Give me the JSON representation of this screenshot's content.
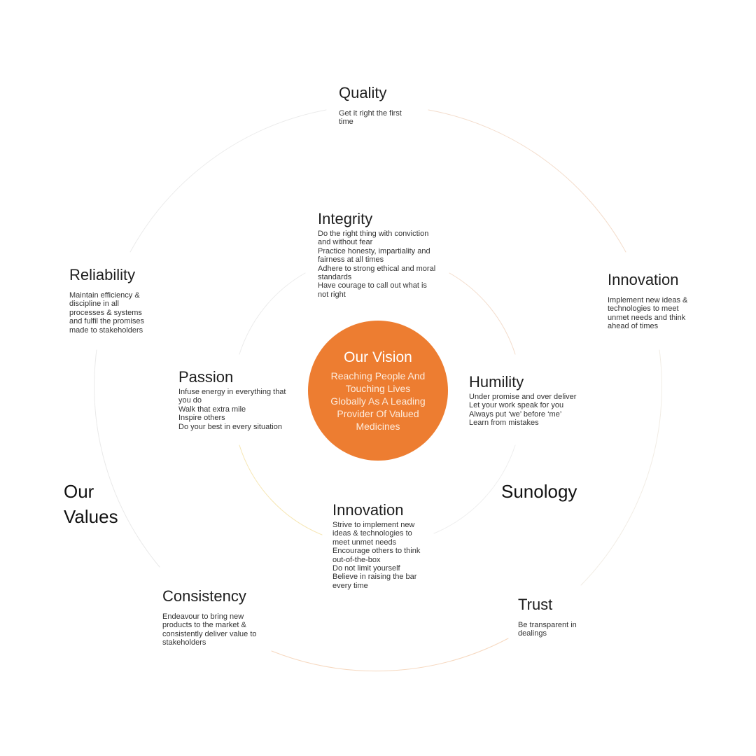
{
  "vision": {
    "title": "Our Vision",
    "body": "Reaching People And Touching Lives Globally As A Leading Provider Of Valued Medicines"
  },
  "section_labels": {
    "our_values_line1": "Our",
    "our_values_line2": "Values",
    "sunology": "Sunology"
  },
  "outer_values": {
    "quality": {
      "title": "Quality",
      "lines": [
        "Get it right the first time"
      ]
    },
    "innovation": {
      "title": "Innovation",
      "lines": [
        "Implement new ideas & technologies to meet unmet needs and think ahead of times"
      ]
    },
    "trust": {
      "title": "Trust",
      "lines": [
        "Be transparent in dealings"
      ]
    },
    "consistency": {
      "title": "Consistency",
      "lines": [
        "Endeavour to bring new products to the market & consistently deliver value to stakeholders"
      ]
    },
    "reliability": {
      "title": "Reliability",
      "lines": [
        "Maintain efficiency & discipline in all processes & systems and fulfil the promises made to stakeholders"
      ]
    }
  },
  "inner_values": {
    "integrity": {
      "title": "Integrity",
      "lines": [
        "Do the right thing with conviction and without fear",
        "Practice honesty, impartiality and fairness at all times",
        "Adhere to strong ethical and moral standards",
        "Have courage to call out what is not right"
      ]
    },
    "humility": {
      "title": "Humility",
      "lines": [
        "Under promise and over deliver",
        "Let your work speak for you",
        "Always put ‘we’ before ‘me’",
        "Learn from mistakes"
      ]
    },
    "innovation": {
      "title": "Innovation",
      "lines": [
        "Strive to implement new ideas & technologies to meet unmet needs",
        "Encourage others to think out-of-the-box",
        "Do not limit yourself",
        "Believe in raising the bar every time"
      ]
    },
    "passion": {
      "title": "Passion",
      "lines": [
        "Infuse energy in everything that you do",
        "Walk that extra mile",
        "Inspire others",
        "Do your best in every situation"
      ]
    }
  },
  "colors": {
    "accent": "#ed7d31",
    "ring": "#e8e8e8",
    "ring_warm": "#f6d8bf"
  }
}
